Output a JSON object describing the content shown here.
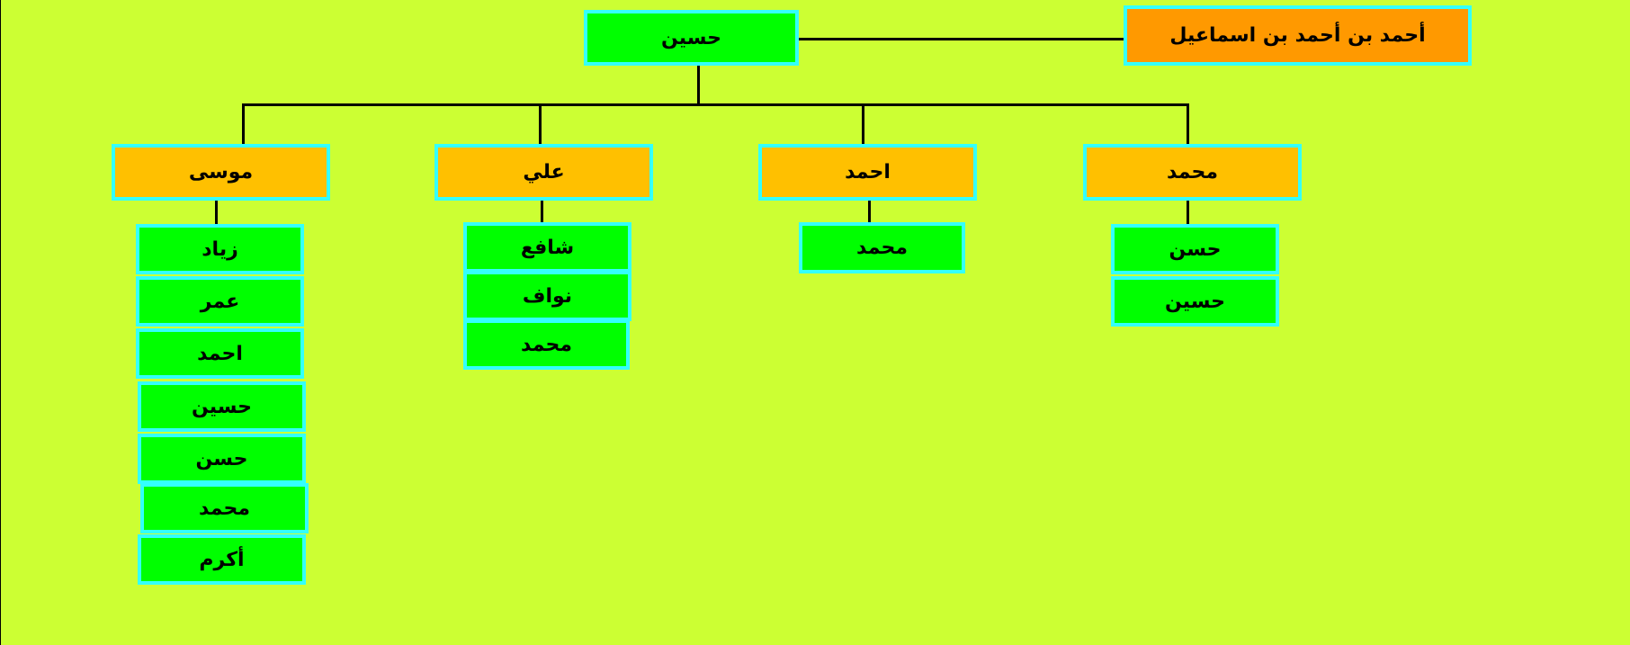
{
  "colors": {
    "background": "#ccff33",
    "border": "#33ffff",
    "person_green": "#00ff00",
    "child_amber": "#ffc000",
    "ancestor_orange": "#ff9900",
    "connector": "#000000"
  },
  "tree": {
    "root": "حسين",
    "ancestor": "أحمد  بن أحمد بن اسماعيل",
    "children": [
      {
        "name": "محمد",
        "sons": [
          "حسن",
          "حسين"
        ]
      },
      {
        "name": "احمد",
        "sons": [
          "محمد"
        ]
      },
      {
        "name": "علي",
        "sons": [
          "شافع",
          "نواف",
          "محمد"
        ]
      },
      {
        "name": "موسى",
        "sons": [
          "زياد",
          "عمر",
          "احمد",
          "حسين",
          "حسن",
          "محمد",
          "أكرم"
        ]
      }
    ]
  }
}
